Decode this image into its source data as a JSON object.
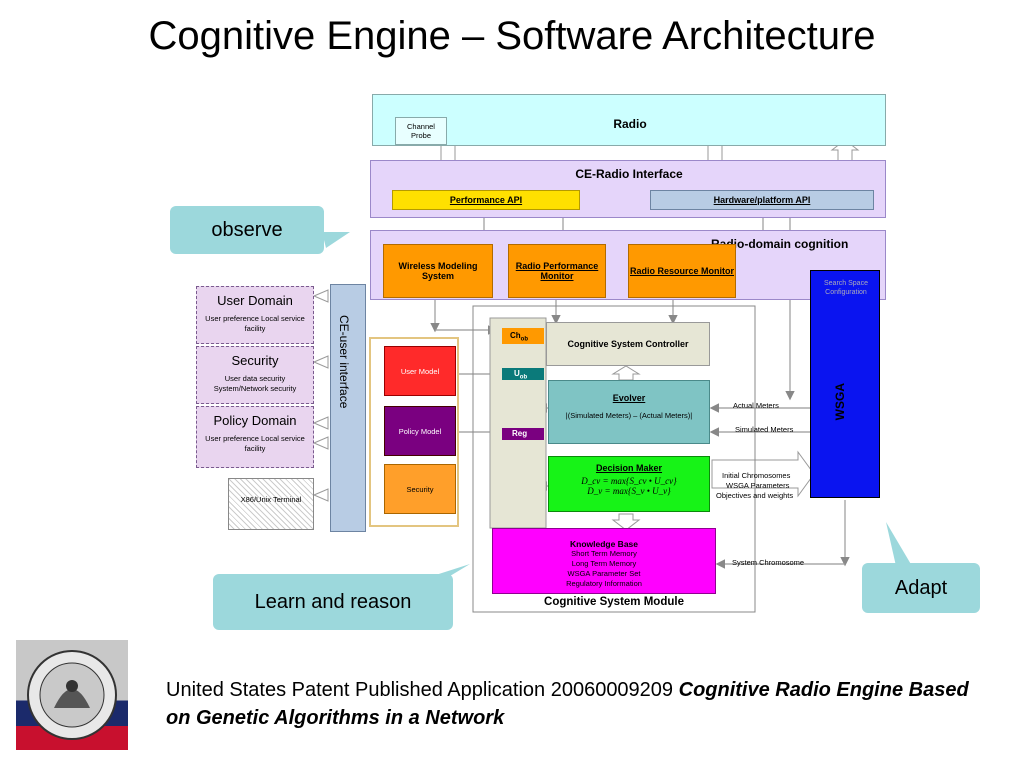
{
  "slide": {
    "title": "Cognitive Engine – Software Architecture"
  },
  "diagram": {
    "radio": "Radio",
    "channel_probe": "Channel Probe",
    "ce_radio_interface": "CE-Radio Interface",
    "performance_api": "Performance API",
    "hardware_api": "Hardware/platform API",
    "radio_domain_cognition": "Radio-domain cognition",
    "wireless_modeling": "Wireless Modeling System",
    "radio_performance_monitor": "Radio Performance Monitor",
    "radio_resource_monitor": "Radio Resource Monitor",
    "search_space": "Search Space Configuration",
    "wsga": "WSGA",
    "user_domain": {
      "title": "User Domain",
      "sub": "User preference Local service facility"
    },
    "security": {
      "title": "Security",
      "sub": "User data security System/Network security"
    },
    "policy_domain": {
      "title": "Policy Domain",
      "sub": "User preference Local service facility"
    },
    "terminal": "X86/Unix Terminal",
    "ce_user_interface": "CE-user interface",
    "user_model": "User Model",
    "policy_model": "Policy Model",
    "security_model": "Security",
    "ch_ob": "Ch",
    "ch_ob_sub": "ob",
    "u_ob": "U",
    "u_ob_sub": "ob",
    "reg": "Reg",
    "controller": "Cognitive System Controller",
    "evolver": "Evolver",
    "evolver_formula": "|(Simulated Meters) – (Actual Meters)|",
    "decision_maker": "Decision Maker",
    "dm_formula_1": "D_cv = max{S_cv • U_cv}",
    "dm_formula_2": "D_v = max{S_v • U_v}",
    "knowledge_base": "Knowledge Base",
    "kb_items": [
      "Short Term Memory",
      "Long Term Memory",
      "WSGA Parameter Set",
      "Regulatory Information"
    ],
    "csm": "Cognitive System Module",
    "actual_meters": "Actual Meters",
    "simulated_meters": "Simulated Meters",
    "initial_chromosomes": "Initial Chromosomes",
    "wsga_parameters": "WSGA Parameters",
    "objectives_weights": "Objectives and weights",
    "system_chromosome": "System Chromosome"
  },
  "callouts": {
    "observe": "observe",
    "learn": "Learn and reason",
    "adapt": "Adapt"
  },
  "footer": {
    "plain": "United States Patent Published Application 20060009209",
    "italic": "Cognitive Radio Engine Based on Genetic Algorithms in a Network"
  },
  "colors": {
    "callout": "#9cd8dc",
    "wsga": "#0a14f0",
    "decision_maker": "#17f317",
    "knowledge_base": "#ff00ff",
    "evolver": "#7fc4c4"
  }
}
